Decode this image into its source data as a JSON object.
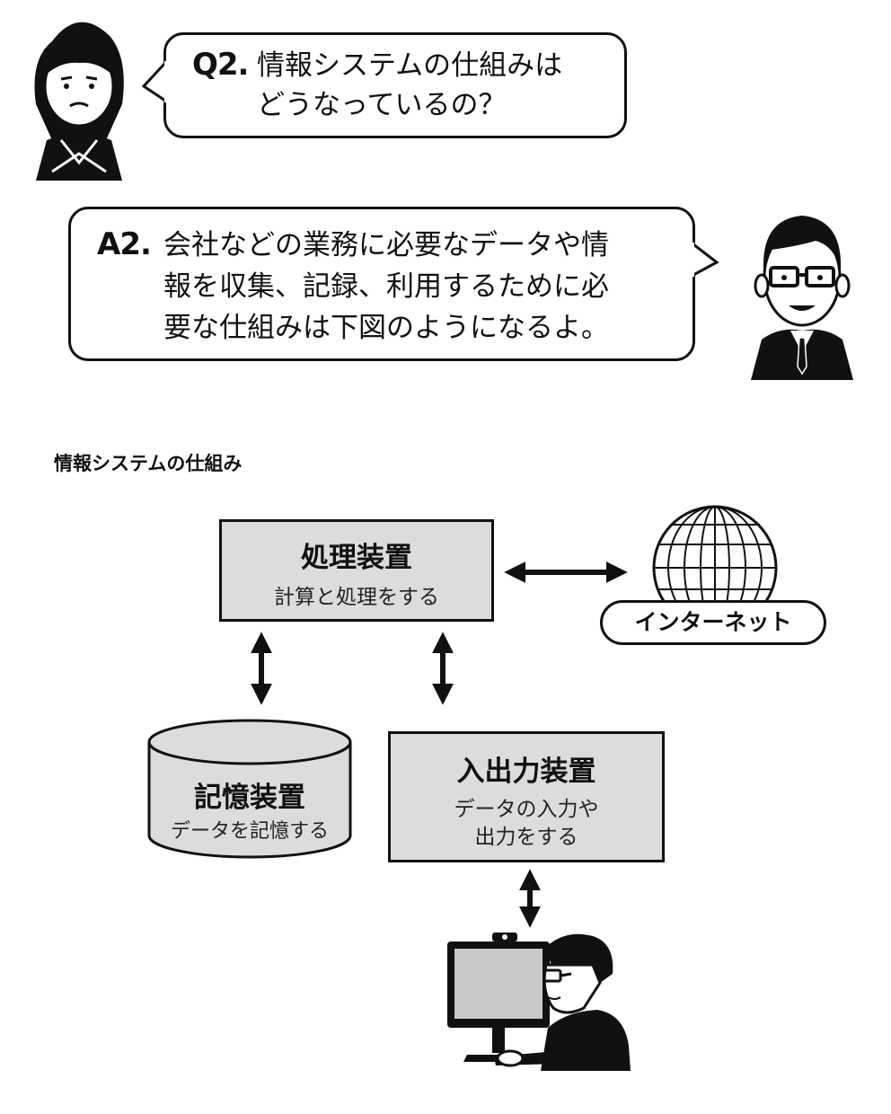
{
  "question": {
    "label": "Q2.",
    "line1": "情報システムの仕組みは",
    "line2": "どうなっているの？"
  },
  "answer": {
    "label": "A2.",
    "line1": "会社などの業務に必要なデータや情",
    "line2": "報を収集、記録、利用するために必",
    "line3": "要な仕組みは下図のようになるよ。"
  },
  "diagram": {
    "title": "情報システムの仕組み",
    "processing": {
      "title": "処理装置",
      "desc": "計算と処理をする"
    },
    "storage": {
      "title": "記憶装置",
      "desc": "データを記憶する"
    },
    "io": {
      "title": "入出力装置",
      "desc_line1": "データの入力や",
      "desc_line2": "出力をする"
    },
    "internet": {
      "label": "インターネット"
    }
  },
  "icons": [
    "girl-avatar-icon",
    "man-with-glasses-avatar-icon",
    "globe-icon",
    "person-at-computer-icon",
    "double-arrow-icon"
  ],
  "colors": {
    "box_fill": "#dcdcdc",
    "ink": "#111111",
    "background": "#ffffff"
  }
}
